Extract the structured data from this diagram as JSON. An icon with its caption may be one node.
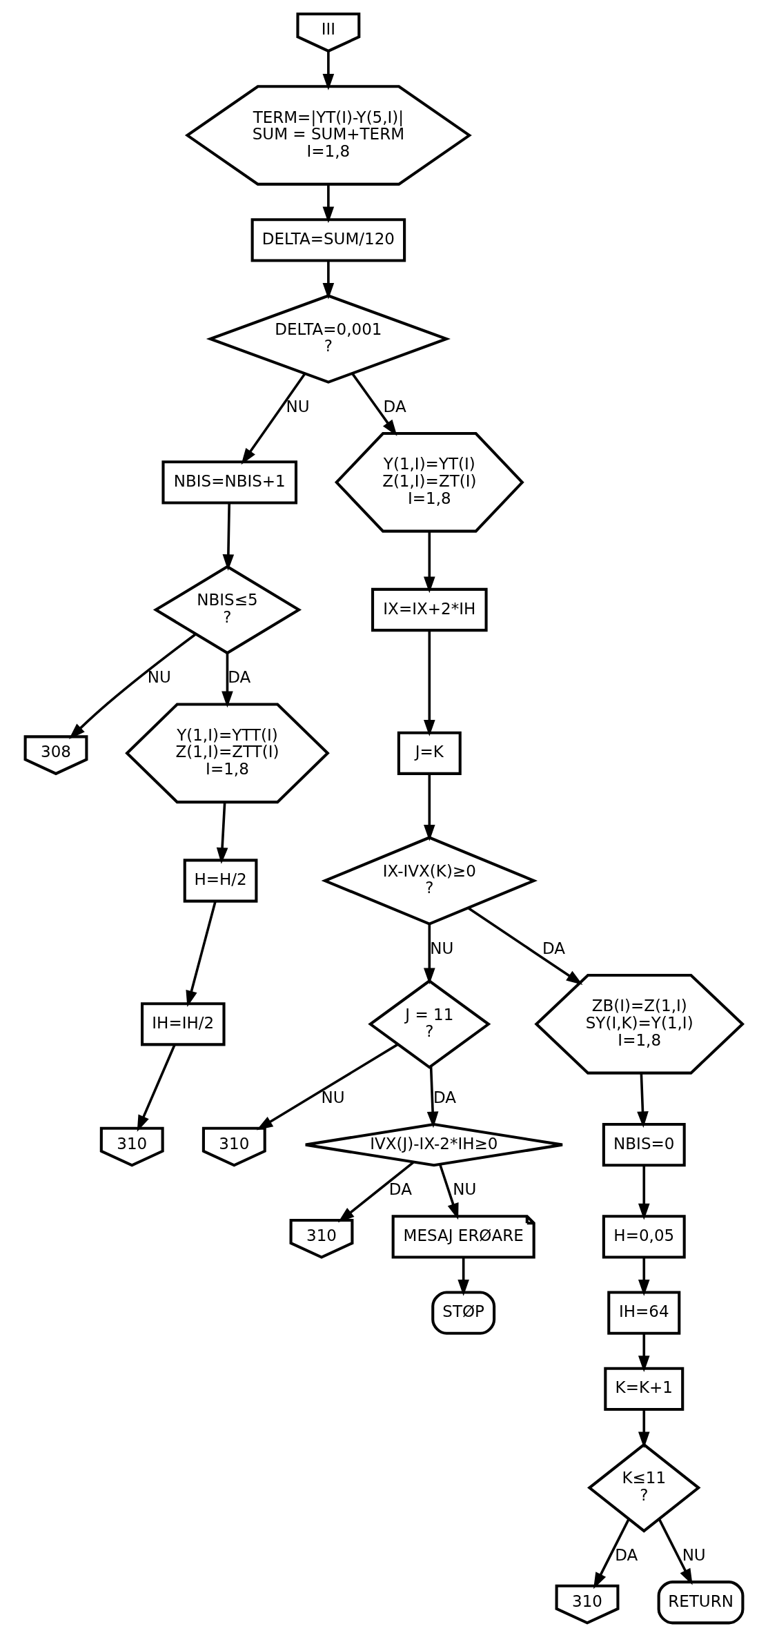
{
  "diagram": {
    "nodes": [
      {
        "text": [
          "III"
        ]
      },
      {
        "text": [
          "TERM=|YT(I)-Y(5,I)|",
          "SUM = SUM+TERM",
          "I=1,8"
        ]
      },
      {
        "text": [
          "DELTA=SUM/120"
        ]
      },
      {
        "text": [
          "DELTA=0,001",
          "?"
        ]
      },
      {
        "text": [
          "NBIS=NBIS+1"
        ]
      },
      {
        "text": [
          "Y(1,I)=YT(I)",
          "Z(1,I)=ZT(I)",
          "I=1,8"
        ]
      },
      {
        "text": [
          "NBIS≤5",
          "?"
        ]
      },
      {
        "text": [
          "308"
        ]
      },
      {
        "text": [
          "IX=IX+2*IH"
        ]
      },
      {
        "text": [
          "Y(1,I)=YTT(I)",
          "Z(1,I)=ZTT(I)",
          "I=1,8"
        ]
      },
      {
        "text": [
          "J=K"
        ]
      },
      {
        "text": [
          "310"
        ]
      },
      {
        "text": [
          "J = 11",
          "?"
        ]
      },
      {
        "text": [
          "IX-IVX(K)≥0",
          "?"
        ]
      },
      {
        "text": [
          "H=H/2"
        ]
      },
      {
        "text": [
          "ZB(I)=Z(1,I)",
          "SY(I,K)=Y(1,I)",
          "I=1,8"
        ]
      },
      {
        "text": [
          "310"
        ]
      },
      {
        "text": [
          "IVX(J)-IX-2*IH≥0"
        ]
      },
      {
        "text": [
          "IH=IH/2"
        ]
      },
      {
        "text": [
          "NBIS=0"
        ]
      },
      {
        "text": [
          "310"
        ]
      },
      {
        "text": [
          "MESAJ ERØARE"
        ]
      },
      {
        "text": [
          "H=0,05"
        ]
      },
      {
        "text": [
          "STØP"
        ]
      },
      {
        "text": [
          "IH=64"
        ]
      },
      {
        "text": [
          "K=K+1"
        ]
      },
      {
        "text": [
          "310"
        ]
      },
      {
        "text": [
          "K≤11",
          "?"
        ]
      },
      {
        "text": [
          "RETURN"
        ]
      }
    ],
    "edges": [
      {
        "from": 0,
        "to": 1,
        "arrow": "to"
      },
      {
        "from": 1,
        "to": 2,
        "arrow": "to"
      },
      {
        "from": 2,
        "to": 3,
        "arrow": "to"
      },
      {
        "from": 3,
        "to": 4,
        "arrow": "to",
        "label": "NU"
      },
      {
        "from": 3,
        "to": 5,
        "arrow": "to",
        "label": "DA"
      },
      {
        "from": 4,
        "to": 6,
        "arrow": "to"
      },
      {
        "from": 6,
        "to": 7,
        "arrow": "to",
        "label": "NU"
      },
      {
        "from": 6,
        "to": 9,
        "arrow": "to",
        "label": "DA"
      },
      {
        "from": 5,
        "to": 8,
        "arrow": "to"
      },
      {
        "from": 8,
        "to": 10,
        "arrow": "to"
      },
      {
        "from": 10,
        "to": 13,
        "arrow": "to"
      },
      {
        "from": 13,
        "to": 12,
        "arrow": "to",
        "label": "NU"
      },
      {
        "from": 12,
        "to": 11,
        "arrow": "to",
        "label": "NU"
      },
      {
        "from": 12,
        "to": 17,
        "arrow": "to",
        "label": "DA"
      },
      {
        "from": 13,
        "to": 15,
        "arrow": "to",
        "label": "DA"
      },
      {
        "from": 9,
        "to": 14,
        "arrow": "to"
      },
      {
        "from": 17,
        "to": 16,
        "arrow": "to",
        "label": "DA"
      },
      {
        "from": 17,
        "to": 21,
        "arrow": "to",
        "label": "NU"
      },
      {
        "from": 14,
        "to": 18,
        "arrow": "to"
      },
      {
        "from": 15,
        "to": 19,
        "arrow": "to"
      },
      {
        "from": 18,
        "to": 20,
        "arrow": "to"
      },
      {
        "from": 21,
        "to": 23,
        "arrow": "to"
      },
      {
        "from": 19,
        "to": 22,
        "arrow": "to"
      },
      {
        "from": 22,
        "to": 24,
        "arrow": "to"
      },
      {
        "from": 24,
        "to": 25,
        "arrow": "to"
      },
      {
        "from": 25,
        "to": 27,
        "arrow": "to"
      },
      {
        "from": 27,
        "to": 26,
        "arrow": "to",
        "label": "DA"
      },
      {
        "from": 27,
        "to": 28,
        "arrow": "to",
        "label": "NU"
      }
    ]
  }
}
